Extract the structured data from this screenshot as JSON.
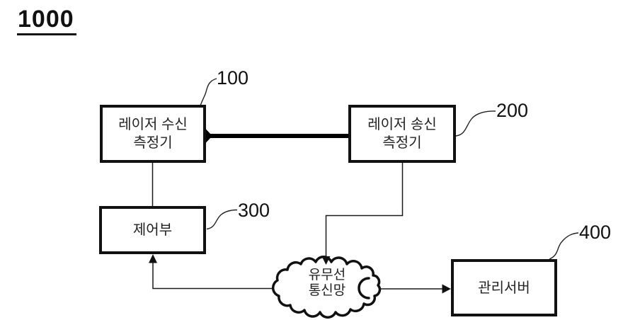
{
  "figure": {
    "title": "1000"
  },
  "nodes": {
    "laser_receiver": {
      "line1": "레이저 수신",
      "line2": "측정기",
      "ref": "100"
    },
    "laser_transmitter": {
      "line1": "레이저 송신",
      "line2": "측정기",
      "ref": "200"
    },
    "controller": {
      "line1": "제어부",
      "ref": "300"
    },
    "management_server": {
      "line1": "관리서버",
      "ref": "400"
    },
    "network": {
      "line1": "유무선",
      "line2": "통신망"
    }
  },
  "colors": {
    "ink": "#111111",
    "thick_link": "#000000",
    "background": "#ffffff"
  }
}
